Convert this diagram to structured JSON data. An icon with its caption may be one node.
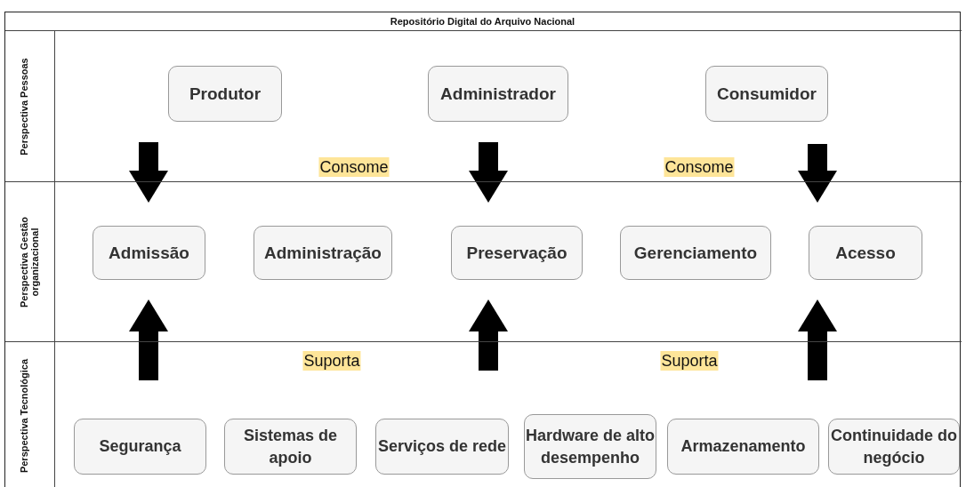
{
  "diagram": {
    "nodes": [
      {
        "text": [
          "Repositório Digital do Arquivo Nacional"
        ]
      },
      {
        "text": [
          "Perspectiva Pessoas"
        ],
        "in": 0
      },
      {
        "text": [
          "Produtor"
        ],
        "in": 1
      },
      {
        "text": [
          "Administrador"
        ],
        "in": 1
      },
      {
        "text": [
          "Consumidor"
        ],
        "in": 1
      },
      {
        "text": [
          "Perspectiva Gestão organizacional"
        ],
        "in": 0
      },
      {
        "text": [
          "Admissão"
        ],
        "in": 5
      },
      {
        "text": [
          "Administração"
        ],
        "in": 5
      },
      {
        "text": [
          "Preservação"
        ],
        "in": 5
      },
      {
        "text": [
          "Gerenciamento"
        ],
        "in": 5
      },
      {
        "text": [
          "Acesso"
        ],
        "in": 5
      },
      {
        "text": [
          "Perspectiva Tecnológica"
        ],
        "in": 0
      },
      {
        "text": [
          "Segurança"
        ],
        "in": 11
      },
      {
        "text": [
          "Sistemas de apoio"
        ],
        "in": 11
      },
      {
        "text": [
          "Serviços de rede"
        ],
        "in": 11
      },
      {
        "text": [
          "Hardware de alto desempenho"
        ],
        "in": 11
      },
      {
        "text": [
          "Armazenamento"
        ],
        "in": 11
      },
      {
        "text": [
          "Continuidade do negócio"
        ],
        "in": 11
      }
    ],
    "edges": [
      {
        "from": null,
        "to": 6,
        "arrow": "to"
      },
      {
        "from": null,
        "to": 8,
        "arrow": "to"
      },
      {
        "from": null,
        "to": 10,
        "arrow": "to"
      },
      {
        "from": null,
        "to": 6,
        "arrow": "to"
      },
      {
        "from": null,
        "to": 8,
        "arrow": "to"
      },
      {
        "from": null,
        "to": 10,
        "arrow": "to"
      }
    ],
    "labels": [
      "Consome",
      "Consome",
      "Suporta",
      "Suporta"
    ]
  }
}
